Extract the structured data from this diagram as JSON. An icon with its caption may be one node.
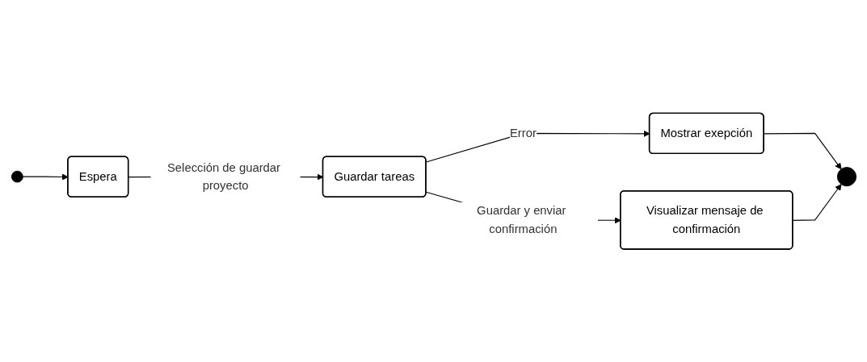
{
  "diagram": {
    "nodes": [
      {
        "text": [],
        "shape": "circle"
      },
      {
        "text": [
          "Espera"
        ]
      },
      {
        "text": [
          "Guardar tareas"
        ]
      },
      {
        "text": [
          "Mostrar exepción"
        ]
      },
      {
        "text": [
          "Visualizar mensaje de confirmación"
        ]
      },
      {
        "text": [],
        "shape": "circle"
      }
    ],
    "edges": [
      {
        "from": 0,
        "to": 1,
        "arrow": "to"
      },
      {
        "from": 1,
        "to": 2,
        "arrow": "to",
        "label": "Selección de guardar proyecto"
      },
      {
        "from": 2,
        "to": 3,
        "arrow": "to",
        "label": "Error"
      },
      {
        "from": 2,
        "to": 4,
        "arrow": "to",
        "label": "Guardar y enviar confirmación"
      },
      {
        "from": 3,
        "to": 5,
        "arrow": "to"
      },
      {
        "from": 4,
        "to": 5,
        "arrow": "to"
      }
    ]
  }
}
